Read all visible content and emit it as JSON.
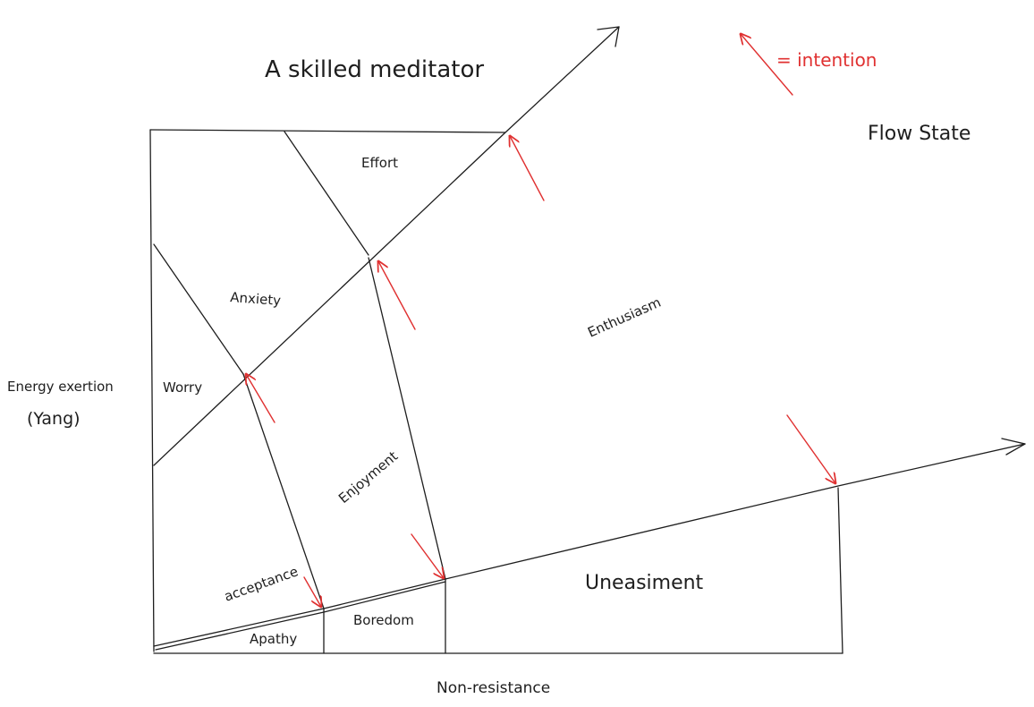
{
  "title": "A skilled meditator",
  "legend": {
    "text": "= intention",
    "color": "#e03131"
  },
  "flow_state": "Flow State",
  "y_axis": {
    "label": "Energy exertion",
    "sublabel": "(Yang)"
  },
  "x_axis": {
    "label": "Non-resistance"
  },
  "regions": {
    "effort": "Effort",
    "anxiety": "Anxiety",
    "worry": "Worry",
    "enthusiasm": "Enthusiasm",
    "enjoyment": "Enjoyment",
    "acceptance": "acceptance",
    "boredom": "Boredom",
    "apathy": "Apathy",
    "uneasiment": "Uneasiment"
  },
  "colors": {
    "ink": "#1e1e1e",
    "intention": "#e03131"
  }
}
